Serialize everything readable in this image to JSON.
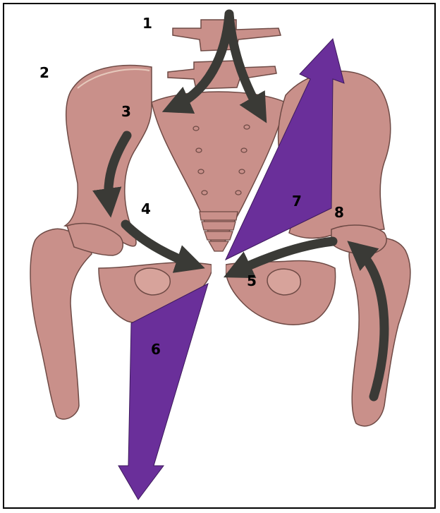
{
  "figure": {
    "labels": [
      "1",
      "2",
      "3",
      "4",
      "5",
      "6",
      "7",
      "8"
    ]
  },
  "colors": {
    "bone": "#c9908a",
    "bone_outline": "#6e4a45",
    "joint_fill": "#e6c9bc",
    "arrow": "#3a3a36",
    "force_triangle": "#6a2f9a",
    "border": "#000000"
  }
}
